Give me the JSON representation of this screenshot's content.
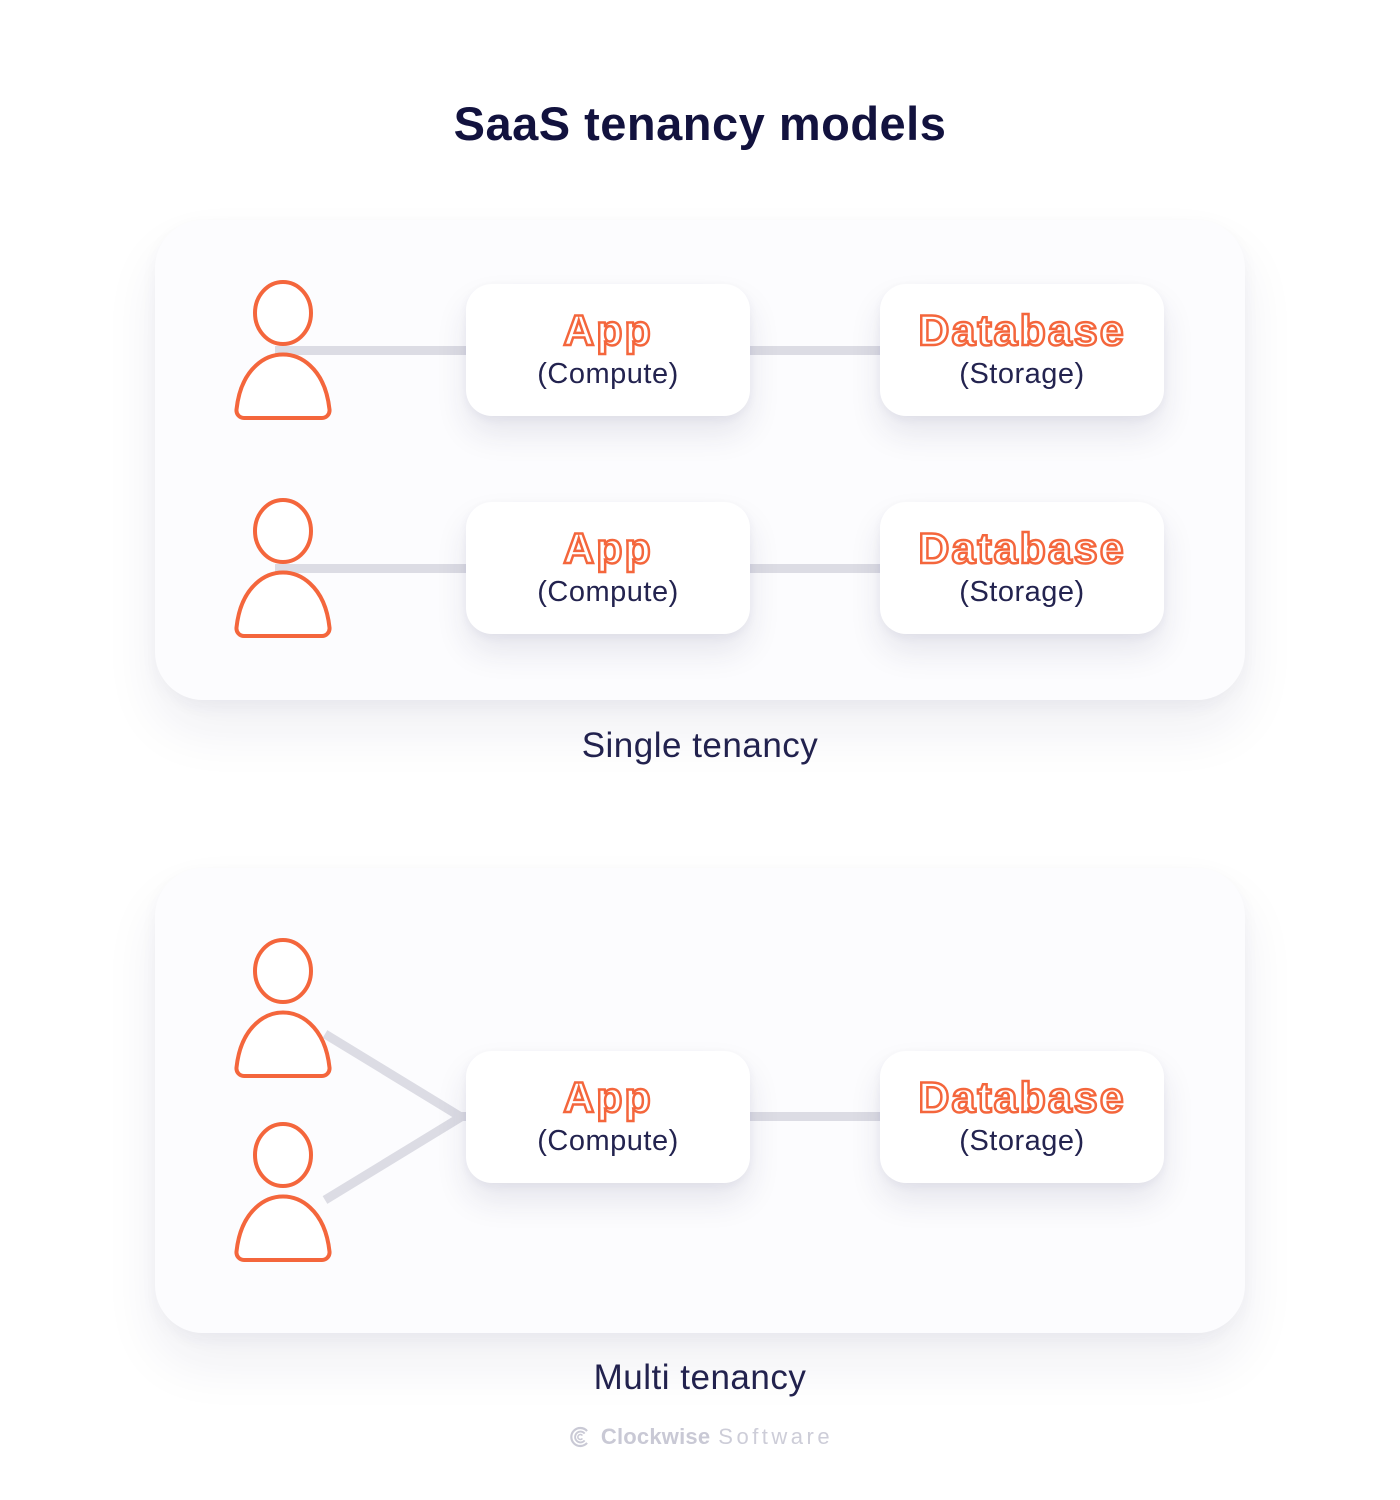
{
  "title": "SaaS tenancy models",
  "panels": [
    {
      "label": "Single tenancy",
      "rows": [
        {
          "app": {
            "title": "App",
            "subtitle": "(Compute)"
          },
          "database": {
            "title": "Database",
            "subtitle": "(Storage)"
          }
        },
        {
          "app": {
            "title": "App",
            "subtitle": "(Compute)"
          },
          "database": {
            "title": "Database",
            "subtitle": "(Storage)"
          }
        }
      ]
    },
    {
      "label": "Multi tenancy",
      "rows": [
        {
          "app": {
            "title": "App",
            "subtitle": "(Compute)"
          },
          "database": {
            "title": "Database",
            "subtitle": "(Storage)"
          }
        }
      ]
    }
  ],
  "footer": {
    "brand_bold": "Clockwise",
    "brand_light": "Software"
  },
  "colors": {
    "accent_orange": "#F4663C",
    "title_navy": "#12123E",
    "text_navy": "#23234F",
    "connector_gray": "#DCDCE4",
    "panel_bg": "#FCFCFE",
    "logo_gray": "#C9C9D5"
  }
}
